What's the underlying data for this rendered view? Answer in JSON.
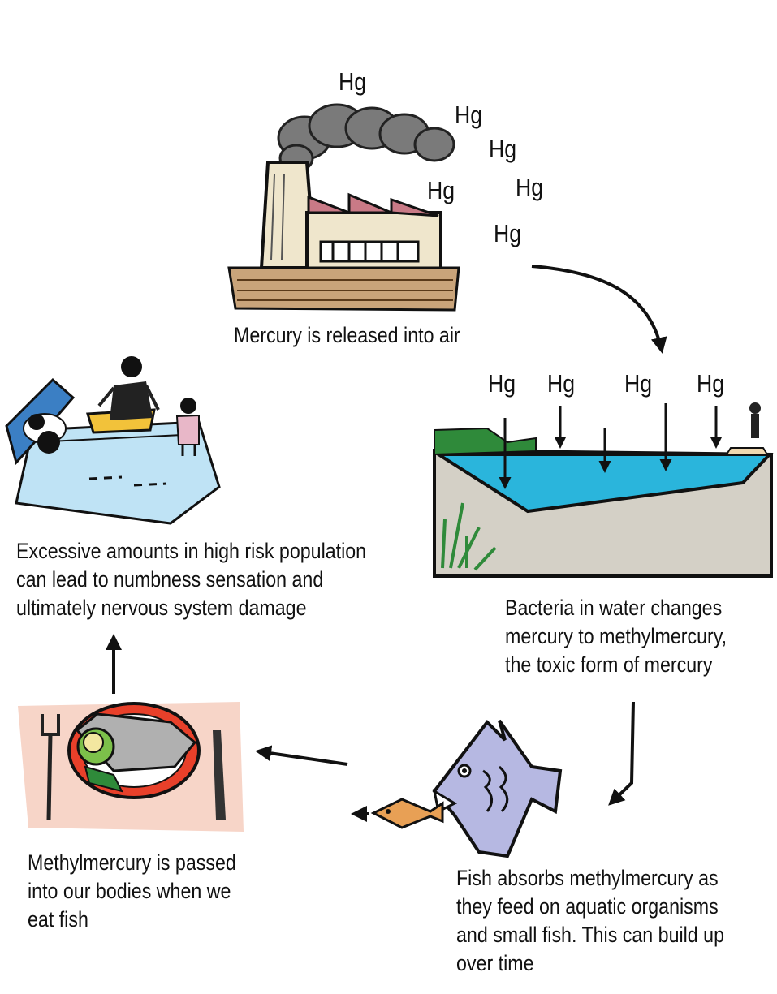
{
  "hg_symbol": "Hg",
  "steps": {
    "air": {
      "lines": [
        "Mercury is released into air"
      ]
    },
    "water": {
      "lines": [
        "Bacteria in water changes",
        "mercury to methylmercury,",
        "the toxic form of mercury"
      ]
    },
    "fish": {
      "lines": [
        "Fish absorbs methylmercury as",
        "they feed on aquatic organisms",
        "and small fish. This can build up",
        "over time"
      ]
    },
    "eat": {
      "lines": [
        "Methylmercury is passed",
        "into our bodies when we",
        "eat fish"
      ]
    },
    "health": {
      "lines": [
        "Excessive amounts in high risk population",
        "can lead to numbness sensation and",
        "ultimately nervous system damage"
      ]
    }
  },
  "colors": {
    "water": "#2ab5dc",
    "soil": "#d4d0c6",
    "grass": "#2f8a3a",
    "bedsheet": "#bfe3f5",
    "placemat": "#f7d5c8",
    "fish_big": "#b6b8e2",
    "fish_small": "#e8a055",
    "factory_roof": "#c97a86"
  },
  "icons": [
    "factory-icon",
    "lake-icon",
    "fish-icon",
    "fish-meal-icon",
    "sick-person-bed-icon",
    "arrow-icon"
  ]
}
